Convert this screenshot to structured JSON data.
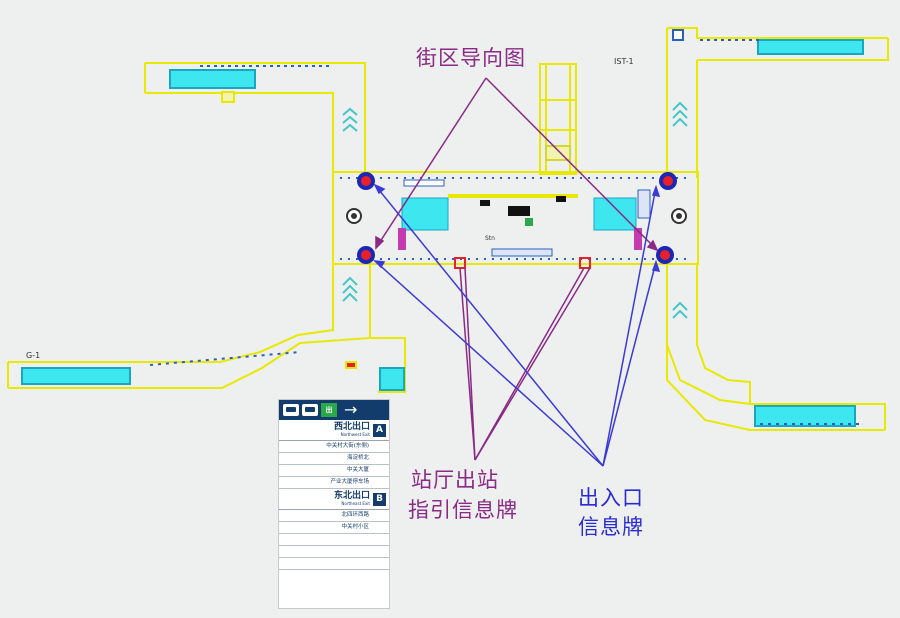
{
  "callouts": {
    "street_guide_map": "街区导向图",
    "hall_exit_signs_line1": "站厅出站",
    "hall_exit_signs_line2": "指引信息牌",
    "entrance_signs_line1": "出入口",
    "entrance_signs_line2": "信息牌"
  },
  "sign_panel": {
    "header_exit_glyph": "出",
    "header_arrow": "→",
    "group_a": {
      "letter": "A",
      "title": "西北出口",
      "subtitle": "Northwest Exit",
      "destinations": [
        "中关村大街(东侧)",
        "海淀桥北",
        "中关大厦",
        "产业大厦停车场"
      ]
    },
    "group_b": {
      "letter": "B",
      "title": "东北出口",
      "subtitle": "Northeast Exit",
      "destinations": [
        "北四环西路",
        "中关村小区"
      ]
    }
  },
  "plan_labels": {
    "top_right_tag": "IST-1",
    "left_tag": "G-1"
  },
  "colors": {
    "wall_outline": "#e8e800",
    "platform_fill": "#3ee6f0",
    "guide_pointer": "#8a2a86",
    "entrance_pointer": "#3a3ad6",
    "sign_navy": "#123c6c",
    "exit_green": "#2aa84a",
    "marker_blue": "#1b27b5",
    "marker_red": "#e8202a"
  }
}
